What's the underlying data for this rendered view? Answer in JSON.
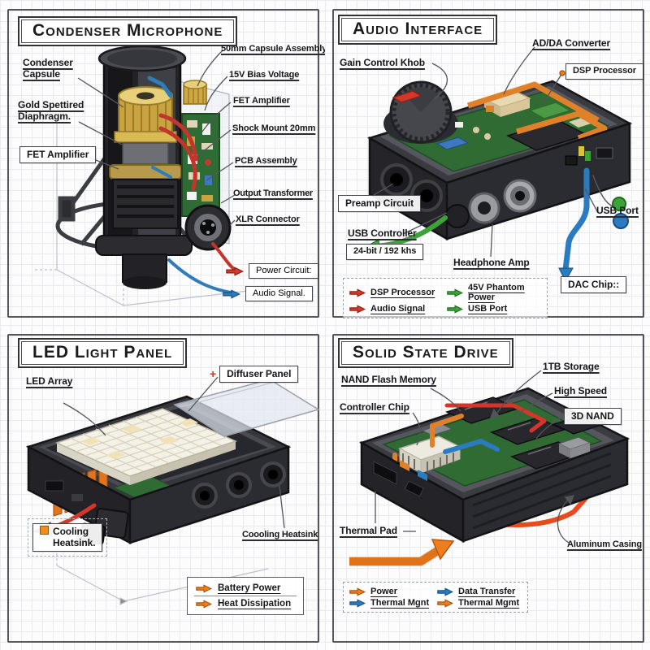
{
  "colors": {
    "power_red": "#d23b2b",
    "audio_blue": "#2b7bc0",
    "signal_green": "#3da339",
    "power_orange": "#ef7d1d",
    "pcb_green": "#2f6b35",
    "gold": "#c9a33f"
  },
  "icons": {
    "legend_arrow": "block-arrow-right",
    "diffuser_marker": "plus-cross",
    "dsp_connector": "orange-diamond",
    "heatsink_chip": "orange-square"
  },
  "panels": [
    {
      "title": "Condenser Microphone",
      "labels": {
        "condenser_capsule": "Condenser\nCapsule",
        "gold_diaphragm": "Gold Spettired\nDiaphragm.",
        "fet_amplifier_left": "FET Amplifier",
        "capsule_assembly": "50mm Capsule Assembly",
        "bias_voltage": "15V Bias Voltage",
        "fet_amplifier_right": "FET Amplifier",
        "shock_mount": "Shock Mount 20mm",
        "pcb_assembly": "PCB Assembly",
        "output_transformer": "Output Transformer",
        "xlr_connector": "XLR Connector"
      },
      "legend": [
        {
          "label": "Power Circuit:",
          "color": "red"
        },
        {
          "label": "Audio Signal.",
          "color": "blue"
        }
      ]
    },
    {
      "title": "Audio Interface",
      "labels": {
        "gain_control": "Gain Control Khob",
        "adda_converter": "AD/DA Converter",
        "dsp_processor": "DSP Processor",
        "preamp_circuit": "Preamp Circuit",
        "usb_controller": "USB Controller",
        "bit_rate": "24-bit / 192 khs",
        "headphone_amp": "Headphone Amp",
        "usb_port": "USB Port",
        "dac_chip": "DAC Chip::"
      },
      "legend": [
        {
          "label": "DSP Processor",
          "color": "red"
        },
        {
          "label": "45V Phantom Power",
          "color": "green"
        },
        {
          "label": "Audio Signal",
          "color": "red"
        },
        {
          "label": "USB Port",
          "color": "green"
        }
      ]
    },
    {
      "title": "LED Light Panel",
      "labels": {
        "led_array": "LED Array",
        "diffuser_panel": "Diffuser Panel",
        "cooling_heatsink_left": "Cooling\nHeatsink.",
        "cooling_heatsink_right": "Coooling Heatsink"
      },
      "legend": [
        {
          "label": "Battery Power",
          "color": "orange"
        },
        {
          "label": "Heat Dissipation",
          "color": "orange"
        }
      ]
    },
    {
      "title": "Solid State Drive",
      "labels": {
        "nand_flash": "NAND Flash Memory",
        "controller_chip": "Controller Chip",
        "tb_storage": "1TB Storage",
        "high_speed": "High Speed",
        "nand_3d": "3D NAND",
        "thermal_pad": "Thermal Pad",
        "aluminum_casing": "Aluminum Casing"
      },
      "legend": [
        {
          "label": "Power",
          "color": "orange"
        },
        {
          "label": "Data Transfer",
          "color": "blue"
        },
        {
          "label": "Thermal Mgnt",
          "color": "blue"
        },
        {
          "label": "Thermal Mgmt",
          "color": "orange"
        }
      ]
    }
  ]
}
